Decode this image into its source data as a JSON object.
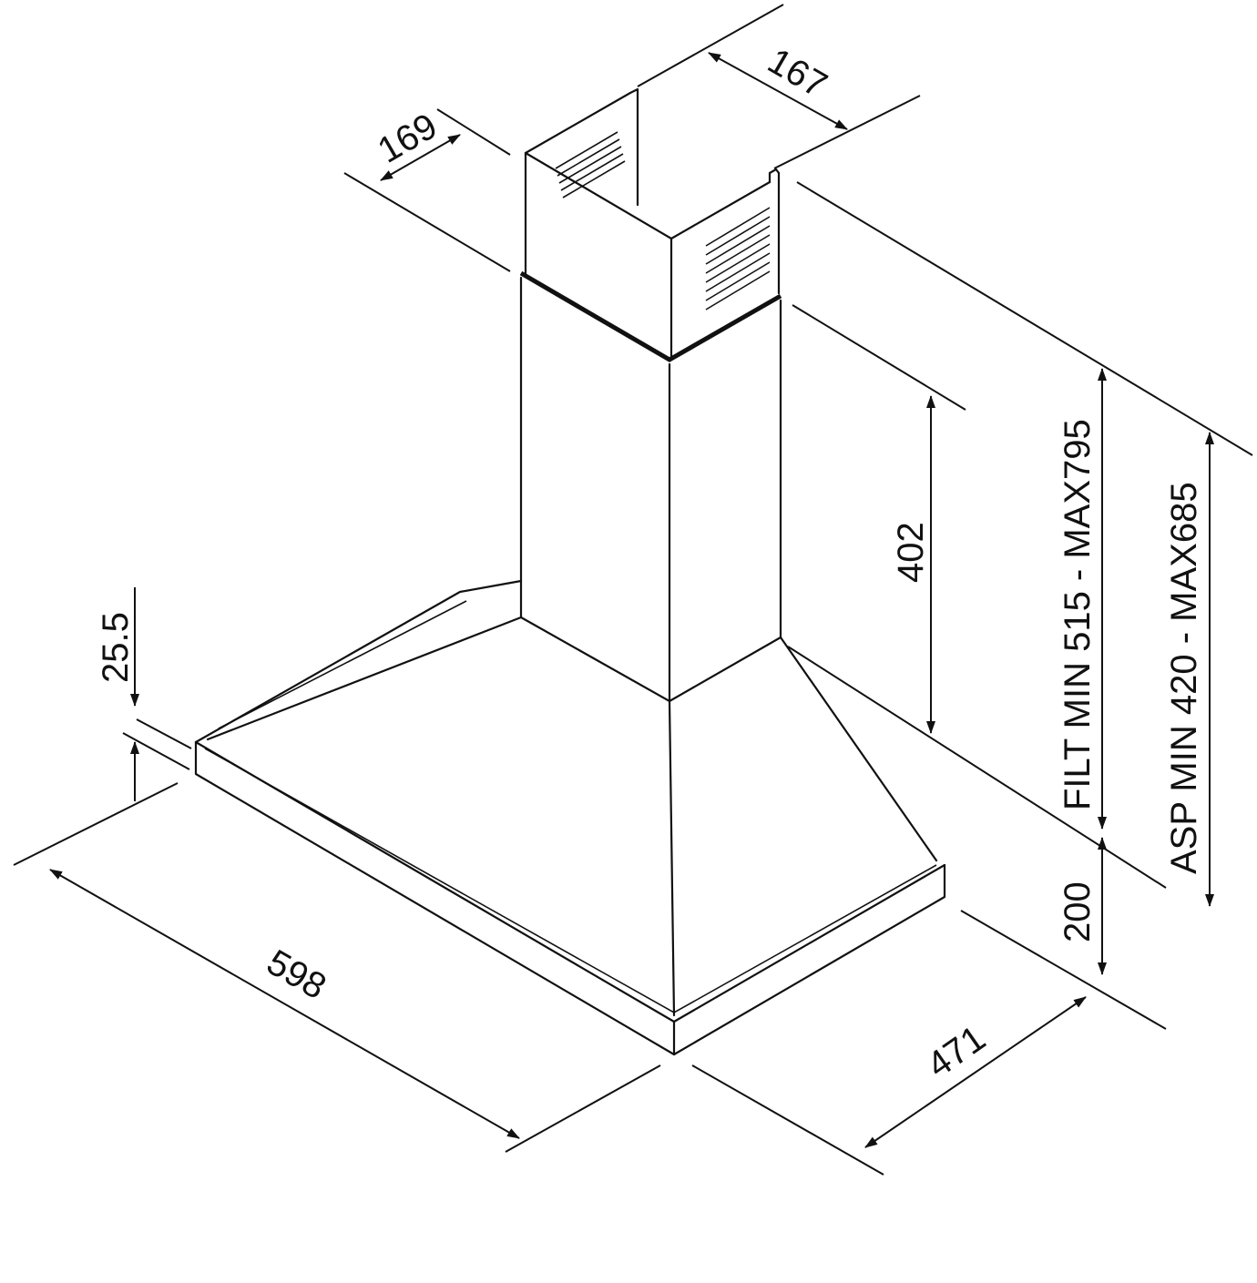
{
  "diagram": {
    "title": "Chimney hood dimensions",
    "dimensions": {
      "duct_depth": "167",
      "duct_width": "169",
      "chimney_lower_height": "402",
      "filter_range": "FILT MIN 515 - MAX795",
      "aspiration_range": "ASP MIN 420 - MAX685",
      "canopy_height": "200",
      "edge_thickness": "25.5",
      "width": "598",
      "depth": "471"
    },
    "colors": {
      "line": "#111111",
      "background": "#ffffff"
    }
  }
}
